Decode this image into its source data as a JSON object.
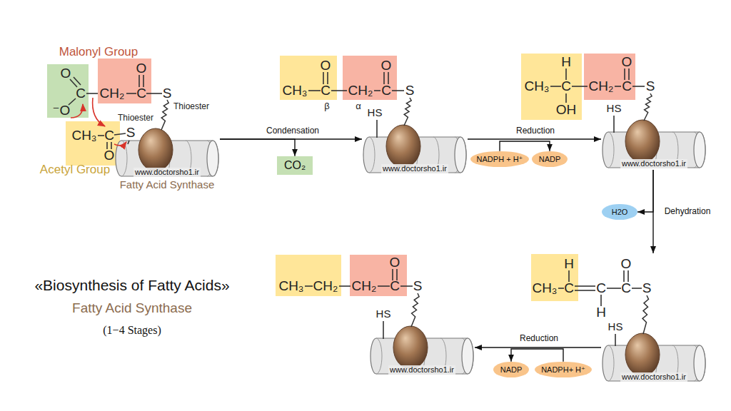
{
  "diagram": {
    "title": "«Biosynthesis of Fatty Acids»",
    "nodes": [
      {
        "text": [
          "www.doctorsho1.ir",
          "Fatty Acid Synthase"
        ]
      },
      {
        "text": [
          "CO₂"
        ]
      },
      {
        "text": [
          "www.doctorsho1.ir"
        ]
      },
      {
        "text": [
          "NADPH + H⁺"
        ]
      },
      {
        "text": [
          "NADP"
        ]
      },
      {
        "text": [
          "www.doctorsho1.ir"
        ]
      },
      {
        "text": [
          "H2O"
        ]
      },
      {
        "text": [
          "www.doctorsho1.ir"
        ]
      },
      {
        "text": [
          "NADP"
        ]
      },
      {
        "text": [
          "NADPH+ H⁺"
        ]
      },
      {
        "text": [
          "www.doctorsho1.ir"
        ]
      }
    ],
    "edges": [
      {
        "from": 0,
        "to": 2,
        "arrow": "to",
        "label": "Condensation"
      },
      {
        "from": 0,
        "to": 1,
        "arrow": "to"
      },
      {
        "from": 3,
        "to": 4,
        "arrow": "to"
      },
      {
        "from": 2,
        "to": 5,
        "arrow": "to",
        "label": "Reduction"
      },
      {
        "from": 5,
        "to": 7,
        "arrow": "to",
        "label": "Dehydration"
      },
      {
        "from": 5,
        "to": 6,
        "arrow": "to"
      },
      {
        "from": 7,
        "to": 10,
        "arrow": "to",
        "label": "Reduction"
      },
      {
        "from": 9,
        "to": 8,
        "arrow": "to"
      }
    ],
    "labels": [
      "Malonyl Group",
      "O",
      "C",
      "⁻O",
      "CH₂",
      "O",
      "C",
      "S",
      "Thioester",
      "Thioester",
      "CH₃",
      "C",
      "S",
      "O",
      "Acetyl Group",
      "CH₃",
      "O",
      "C",
      "β",
      "CH₂",
      "α",
      "O",
      "C",
      "S",
      "HS",
      "H",
      "CH₃",
      "C",
      "OH",
      "CH₂",
      "O",
      "C",
      "S",
      "HS",
      "H",
      "CH₃",
      "C",
      "C",
      "H",
      "C",
      "O",
      "S",
      "HS",
      "CH₃",
      "CH₂",
      "CH₂",
      "O",
      "C",
      "S",
      "HS",
      "Fatty Acid Synthase",
      "(1−4 Stages)"
    ]
  }
}
